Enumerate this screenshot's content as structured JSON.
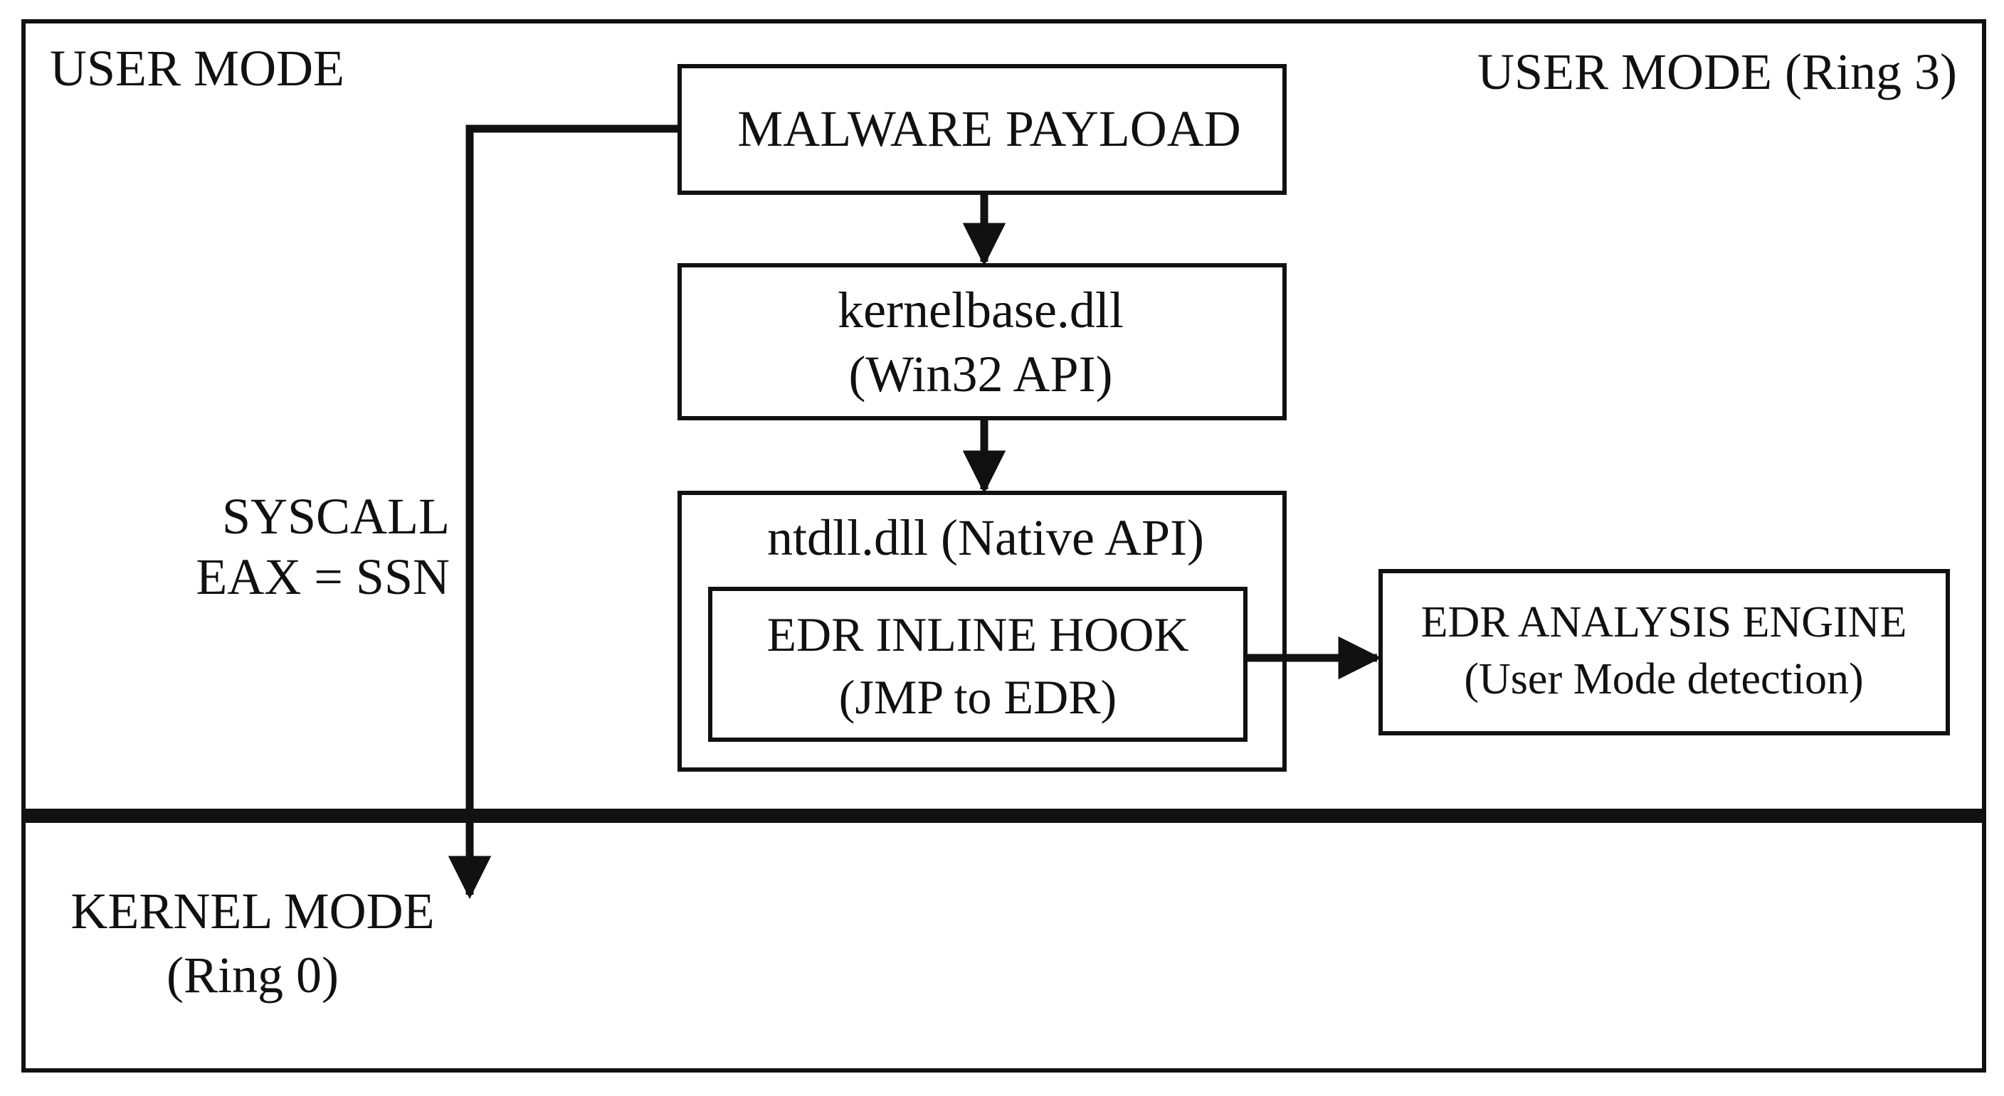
{
  "diagram": {
    "regions": {
      "user_mode_left_label": "USER MODE",
      "user_mode_right_label": "USER MODE (Ring 3)",
      "kernel_mode_label": [
        "KERNEL MODE",
        "(Ring 0)"
      ]
    },
    "nodes": {
      "malware_payload": [
        "MALWARE PAYLOAD"
      ],
      "kernelbase": [
        "kernelbase.dll",
        "(Win32 API)"
      ],
      "ntdll": [
        "ntdll.dll (Native API)"
      ],
      "edr_hook": [
        "EDR INLINE HOOK",
        "(JMP to EDR)"
      ],
      "edr_engine": [
        "EDR ANALYSIS ENGINE",
        "(User Mode detection)"
      ]
    },
    "edges": [
      {
        "from": "malware_payload",
        "to": "kernelbase"
      },
      {
        "from": "kernelbase",
        "to": "ntdll"
      },
      {
        "from": "edr_hook",
        "to": "edr_engine"
      },
      {
        "from": "malware_payload",
        "to": "kernel_mode",
        "label": [
          "SYSCALL",
          "EAX = SSN"
        ]
      }
    ],
    "colors": {
      "stroke": "#111111",
      "background": "#ffffff"
    }
  }
}
